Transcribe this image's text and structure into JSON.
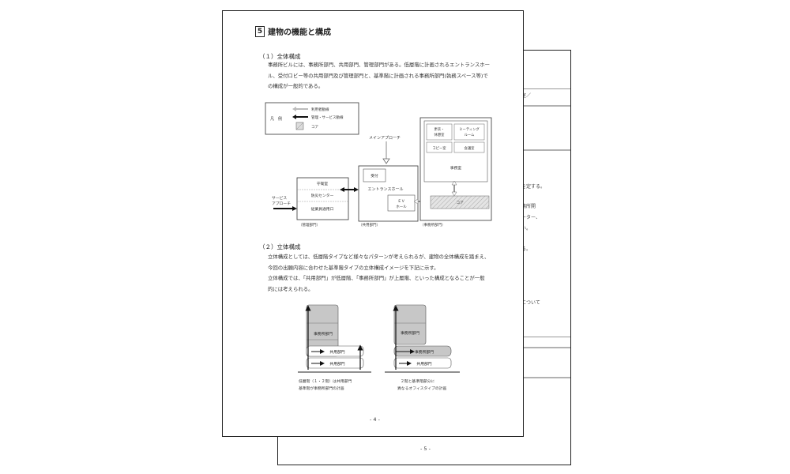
{
  "back_page": {
    "fragments": [
      "室／",
      "を定する。",
      "務所開",
      "ーター、",
      "い。",
      "る。",
      "について"
    ],
    "page_number": "- 5 -"
  },
  "front_page": {
    "section_number": "5",
    "section_title": "建物の機能と構成",
    "sub1": {
      "heading": "（１）全体構成",
      "lines": [
        "事務所ビルには、事務所部門、共用部門、管理部門がある。低層階に計画されるエントランスホー",
        "ル、受付ロビー等の共用部門及び管理部門と、基準階に計画される事務所部門(執務スペース等)で",
        "の構成が一般的である。"
      ]
    },
    "legend": {
      "label": "凡　例",
      "items": [
        "利用者動線",
        "管理・サービス動線",
        "コア"
      ]
    },
    "diagram1": {
      "main_approach": "メインアプローチ",
      "service_approach": [
        "サービス",
        "アプローチ"
      ],
      "admin": {
        "rows": [
          "守衛室",
          "防災センター",
          "従業員通用口"
        ],
        "caption": "（管理部門）"
      },
      "common": {
        "reception": "受付",
        "hall": "エントランスホール",
        "ev": [
          "ＥＶ",
          "ホール"
        ],
        "caption": "（共用部門）"
      },
      "office": {
        "rooms": [
          [
            "更衣・",
            "休憩室"
          ],
          [
            "ミーティング",
            "ルーム"
          ],
          [
            "コピー室"
          ],
          [
            "会議室"
          ]
        ],
        "main": "事務室",
        "core": "コア",
        "caption": "（事務所部門）"
      }
    },
    "sub2": {
      "heading": "（２）立体構成",
      "lines": [
        "立体構成としては、低層階タイプなど様々なパターンが考えられるが、建物の全体構成を踏まえ、",
        "今回の出願内容に合わせた基準階タイプの立体構成イメージを下記に示す。",
        "立体構成では、「共用部門」が低層階、「事務所部門」が上層階、といった構成となることが一般",
        "的には考えられる。"
      ]
    },
    "diagram2": {
      "left": {
        "office": "事務所部門",
        "common1": "共用部門",
        "common2": "共用部門",
        "caption": [
          "低層階（１・２階）は共用部門",
          "基準階が事務所部門の計画"
        ]
      },
      "right": {
        "office1": "事務所部門",
        "office2": "事務所部門",
        "common": "共用部門",
        "caption": [
          "２階と基準階部分に",
          "異なるオフィスタイプの計画"
        ]
      }
    },
    "page_number": "- 4 -"
  }
}
